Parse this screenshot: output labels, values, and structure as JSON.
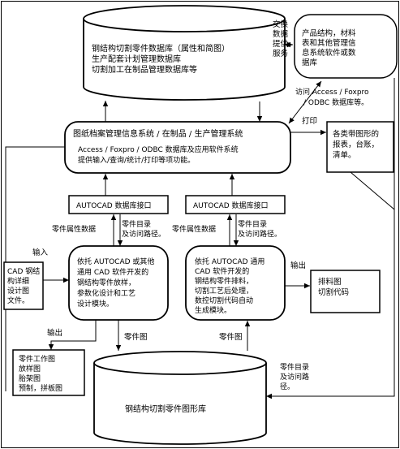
{
  "nodes": {
    "db_top": {
      "lines": [
        "钢结构切割零件数据库（属性和简图）",
        "生产配套计划管理数据库",
        "切割加工在制品管理数据库等"
      ]
    },
    "product_info": {
      "lines": [
        "产品结构，材料",
        "表和其他管理信",
        "息系统软件或数",
        "据库"
      ]
    },
    "central_system": {
      "lines": [
        "图纸档案管理信息系统 / 在制品 / 生产管理系统",
        "Access / Foxpro / ODBC 数据库及应用软件系统",
        "提供输入/查询/统计/打印等项功能。"
      ]
    },
    "reports": {
      "lines": [
        "各类带图形的",
        "报表，台账，",
        "清单。"
      ]
    },
    "autocad_if_left": {
      "label": "AUTOCAD 数据库接口"
    },
    "autocad_if_right": {
      "label": "AUTOCAD 数据库接口"
    },
    "cad_input": {
      "lines": [
        "CAD 钢结",
        "构详细",
        "设计图",
        "文件。"
      ]
    },
    "lofting_module": {
      "lines": [
        "依托 AUTOCAD 或其他",
        "通用 CAD 软件开发的",
        "钢结构零件放样，",
        "参数化设计和工艺",
        "设计模块。"
      ]
    },
    "nesting_module": {
      "lines": [
        "依托 AUTOCAD 通用",
        "CAD 软件开发的",
        "钢结构零件排料，",
        "切割工艺后处理，",
        "数控切割代码自动",
        "生成模块。"
      ]
    },
    "nesting_output": {
      "lines": [
        "排料图",
        "切割代码"
      ]
    },
    "drawings_output": {
      "lines": [
        "零件工作图",
        "放样图",
        "胎架图",
        "预制，拼板图"
      ]
    },
    "db_bottom": {
      "label": "钢结构切割零件图形库"
    }
  },
  "edge_labels": {
    "exchange": [
      "交换",
      "数据",
      "提供",
      "服务"
    ],
    "access": [
      "访问 Access / Foxpro",
      "/ ODBC 数据库等。"
    ],
    "print": "打印",
    "left_part_attr": "零件属性数据",
    "left_part_dir": [
      "零件目录",
      "及访问路径。"
    ],
    "right_part_attr": "零件属性数据",
    "right_part_dir": [
      "零件目录",
      "及访问路径。"
    ],
    "input": "输入",
    "left_output": "输出",
    "right_output": "输出",
    "left_part_drawing": "零件图",
    "right_part_drawing": "零件图",
    "bottom_dir": [
      "零件目录",
      "及访问路",
      "径。"
    ]
  }
}
